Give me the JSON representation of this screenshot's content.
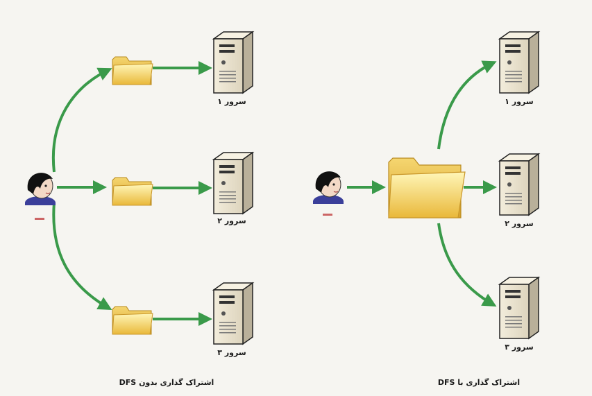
{
  "left_diagram": {
    "caption": "اشتراک گذاری بدون DFS",
    "servers": [
      {
        "label": "سرور ۱"
      },
      {
        "label": "سرور ۲"
      },
      {
        "label": "سرور ۳"
      }
    ]
  },
  "right_diagram": {
    "caption": "اشتراک گذاری با DFS",
    "servers": [
      {
        "label": "سرور ۱"
      },
      {
        "label": "سرور ۲"
      },
      {
        "label": "سرور ۳"
      }
    ]
  },
  "colors": {
    "arrow": "#3a9a4a",
    "folder_light": "#fff3a8",
    "folder_dark": "#e8b93a",
    "server_body": "#e9e2cf",
    "server_side": "#b9b09a",
    "hair": "#111111",
    "skin": "#f3d9c6",
    "shirt": "#3b3f9a"
  },
  "icons": {
    "user": "user-icon",
    "folder": "folder-icon",
    "server": "server-icon"
  }
}
